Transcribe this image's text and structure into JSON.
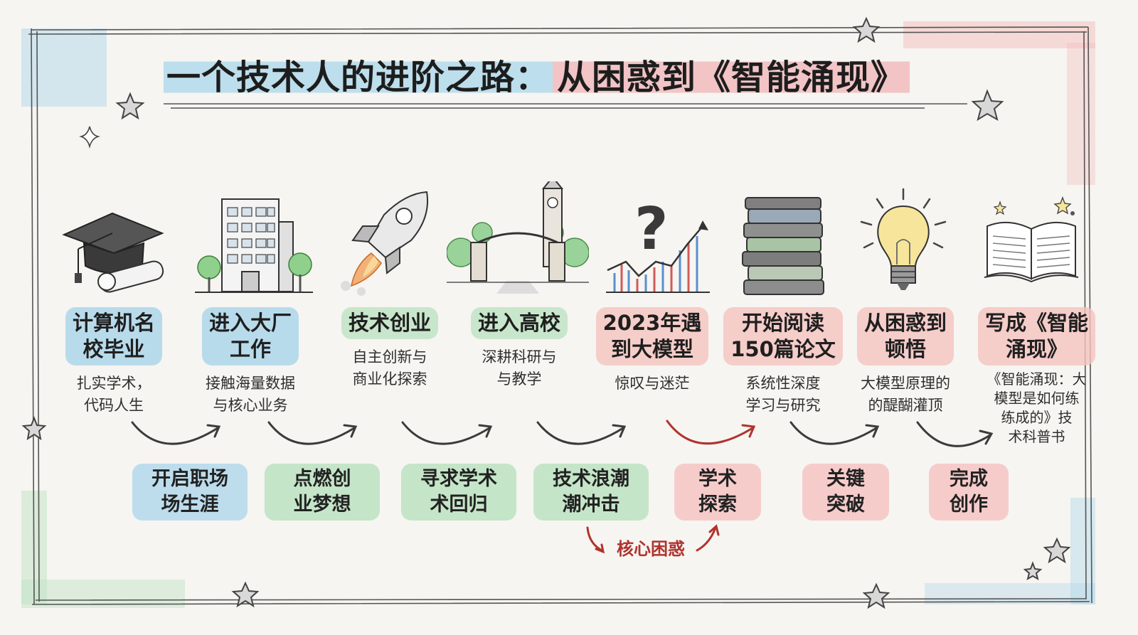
{
  "title": {
    "part1": "一个技术人的进阶之路：",
    "part2": "从困惑到《智能涌现》"
  },
  "stages": [
    {
      "title": "计算机名\n校毕业",
      "desc": "扎实学术，\n代码人生",
      "icon": "graduation-cap-icon",
      "color": "#a9d4ea"
    },
    {
      "title": "进入大厂\n工作",
      "desc": "接触海量数据\n与核心业务",
      "icon": "office-building-icon",
      "color": "#a9d4ea"
    },
    {
      "title": "技术创业",
      "desc": "自主创新与\n商业化探索",
      "icon": "rocket-icon",
      "color": "#bfe3c4"
    },
    {
      "title": "进入高校",
      "desc": "深耕科研与\n与教学",
      "icon": "university-gate-icon",
      "color": "#bfe3c4"
    },
    {
      "title": "2023年遇\n到大模型",
      "desc": "惊叹与迷茫",
      "icon": "question-chart-icon",
      "color": "#f5c3bf"
    },
    {
      "title": "开始阅读\n150篇论文",
      "desc": "系统性深度\n学习与研究",
      "icon": "book-stack-icon",
      "color": "#f5c3bf"
    },
    {
      "title": "从困惑到\n顿悟",
      "desc": "大模型原理的\n的醍醐灌顶",
      "icon": "lightbulb-icon",
      "color": "#f5c3bf"
    },
    {
      "title": "写成《智能\n涌现》",
      "desc": "《智能涌现：大\n模型是如何练\n练成的》技\n术科普书",
      "icon": "open-book-icon",
      "color": "#f5c3bf"
    }
  ],
  "bridges": [
    {
      "label": "开启职场\n场生涯",
      "style": "b-blue"
    },
    {
      "label": "点燃创\n业梦想",
      "style": "b-green"
    },
    {
      "label": "寻求学术\n术回归",
      "style": "b-green"
    },
    {
      "label": "技术浪潮\n潮冲击",
      "style": "b-green"
    },
    {
      "label": "学术\n探索",
      "style": "b-pink"
    },
    {
      "label": "关键\n突破",
      "style": "b-pink"
    },
    {
      "label": "完成\n创作",
      "style": "b-pink"
    }
  ],
  "core_label": "核心困惑",
  "colors": {
    "arrow": "#3b3b3b",
    "accent_arrow": "#b0332e",
    "frame_blue": "#a9d4ea",
    "frame_pink": "#f3b8b8",
    "frame_green": "#bfe3c4"
  }
}
